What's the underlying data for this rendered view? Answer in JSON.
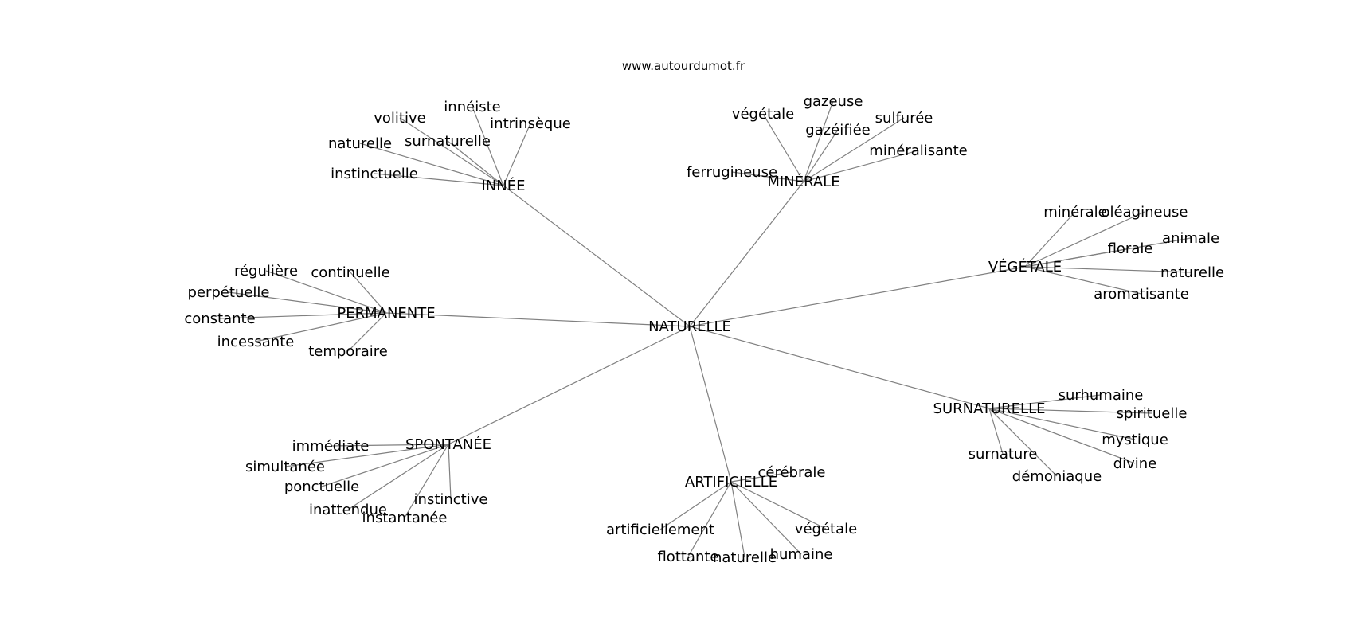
{
  "source": "www.autourdumot.fr",
  "graph": {
    "root": "NATURELLE",
    "clusters": [
      {
        "id": "innee",
        "label": "INNÉE",
        "leaves": [
          "innéiste",
          "volitive",
          "intrinsèque",
          "naturelle",
          "surnaturelle",
          "instinctuelle"
        ]
      },
      {
        "id": "minerale",
        "label": "MINÉRALE",
        "leaves": [
          "gazeuse",
          "végétale",
          "sulfurée",
          "gazéifiée",
          "minéralisante",
          "ferrugineuse"
        ]
      },
      {
        "id": "vegetale",
        "label": "VÉGÉTALE",
        "leaves": [
          "minérale",
          "oléagineuse",
          "animale",
          "florale",
          "naturelle",
          "aromatisante"
        ]
      },
      {
        "id": "permanente",
        "label": "PERMANENTE",
        "leaves": [
          "régulière",
          "continuelle",
          "perpétuelle",
          "constante",
          "incessante",
          "temporaire"
        ]
      },
      {
        "id": "surnaturelle",
        "label": "SURNATURELLE",
        "leaves": [
          "surhumaine",
          "spirituelle",
          "mystique",
          "surnature",
          "divine",
          "démoniaque"
        ]
      },
      {
        "id": "spontanee",
        "label": "SPONTANÉE",
        "leaves": [
          "immédiate",
          "simultanée",
          "ponctuelle",
          "instinctive",
          "inattendue",
          "instantanée"
        ]
      },
      {
        "id": "artificielle",
        "label": "ARTIFICIELLE",
        "leaves": [
          "cérébrale",
          "artificiellement",
          "végétale",
          "humaine",
          "flottante",
          "naturelle"
        ]
      }
    ]
  }
}
